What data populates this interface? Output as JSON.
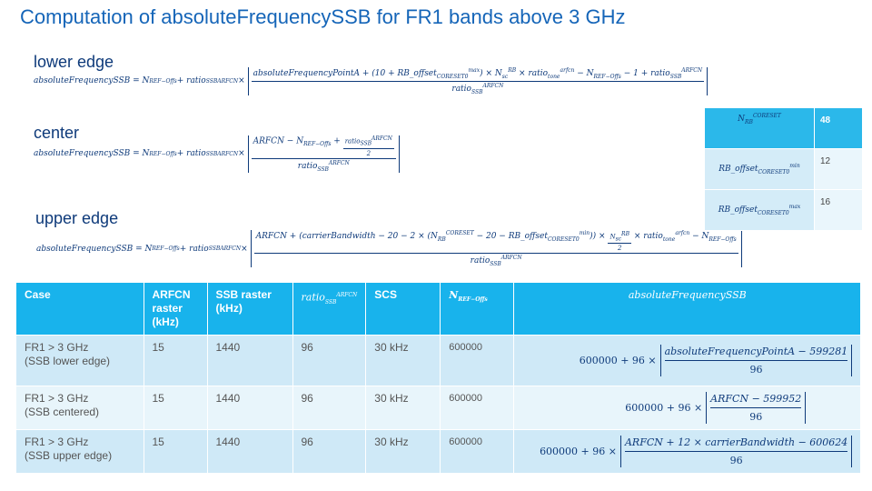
{
  "title": "Computation of absoluteFrequencySSB for FR1 bands above 3 GHz",
  "sections": {
    "lower": {
      "label": "lower edge",
      "lhs": "absoluteFrequencySSB = N",
      "numerator": "absoluteFrequencyPointA + (10 + RB_offset",
      "numerator_tail": ") × N",
      "numerator_end": " − N",
      "numerator_close": " − 1 + ratio"
    },
    "center": {
      "label": "center",
      "numerator": "ARFCN − N"
    },
    "upper": {
      "label": "upper edge",
      "numerator": "ARFCN + (carrierBandwidth − 20 − 2 × (N",
      "numerator_mid": " − 20 − RB_offset",
      "numerator_end": ")) × "
    }
  },
  "common": {
    "plus_ratio": " + ratio",
    "times": " × ",
    "ref_offs": "REF−Offs",
    "ssb": "SSB",
    "arfcn": "ARFCN",
    "ratio": "ratio",
    "tone": "tone",
    "arfcn_lower": "arfcn",
    "rb": "RB",
    "sc": "sc",
    "coreset": "CORESET",
    "coreset0": "CORESET0",
    "max": "max",
    "min": "min",
    "two": "2",
    "n": "N"
  },
  "side_table": {
    "rows": [
      {
        "label": "N",
        "sub": "RB",
        "sup": "CORESET",
        "value": "48"
      },
      {
        "label": "RB_offset",
        "sub": "CORESET0",
        "sup": "min",
        "value": "12"
      },
      {
        "label": "RB_offset",
        "sub": "CORESET0",
        "sup": "max",
        "value": "16"
      }
    ]
  },
  "main_table": {
    "headers": {
      "case": "Case",
      "arfcn_raster": "ARFCN raster (kHz)",
      "ssb_raster": "SSB raster (kHz)",
      "ratio": "ratio",
      "scs": "SCS",
      "n_ref": "N",
      "abs_freq": "absoluteFrequencySSB"
    },
    "rows": [
      {
        "case_line1": "FR1 > 3 GHz",
        "case_line2": "(SSB lower edge)",
        "arfcn_raster": "15",
        "ssb_raster": "1440",
        "ratio": "96",
        "scs": "30 kHz",
        "n_ref": "600000",
        "formula_prefix": "600000 + 96 ×",
        "formula_num": "absoluteFrequencyPointA − 599281",
        "formula_den": "96"
      },
      {
        "case_line1": "FR1 > 3 GHz",
        "case_line2": "(SSB centered)",
        "arfcn_raster": "15",
        "ssb_raster": "1440",
        "ratio": "96",
        "scs": "30 kHz",
        "n_ref": "600000",
        "formula_prefix": "600000 + 96 ×",
        "formula_num": "ARFCN − 599952",
        "formula_den": "96"
      },
      {
        "case_line1": "FR1 > 3 GHz",
        "case_line2": "(SSB upper edge)",
        "arfcn_raster": "15",
        "ssb_raster": "1440",
        "ratio": "96",
        "scs": "30 kHz",
        "n_ref": "600000",
        "formula_prefix": "600000 + 96 ×",
        "formula_num": "ARFCN + 12 × carrierBandwidth − 600624",
        "formula_den": "96"
      }
    ]
  }
}
